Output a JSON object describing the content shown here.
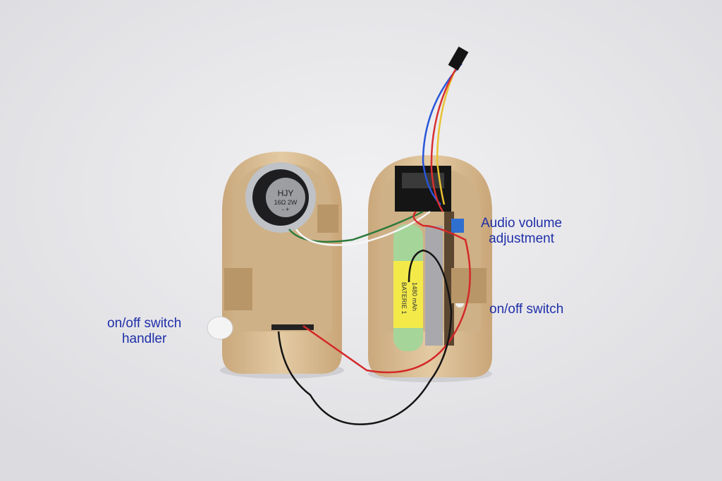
{
  "annotations": {
    "audio_volume": [
      "Audio volume",
      "adjustment"
    ],
    "onoff_switch": "on/off switch",
    "onoff_handler": [
      "on/off switch",
      "handler"
    ]
  },
  "speaker": {
    "brand": "HJY",
    "rating": "16Ω  2W",
    "polarity": "-  +"
  },
  "battery": {
    "line1": "BATERIE 1",
    "line2": "1480 mAh"
  },
  "colors": {
    "label": "#1f2fa8",
    "background": "#e9e9eb",
    "wood": "#d9bf99"
  }
}
